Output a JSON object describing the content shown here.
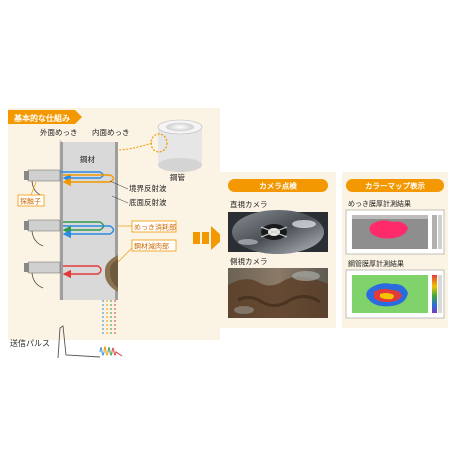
{
  "left_panel": {
    "header": "基本的な仕組み",
    "label_outer": "外面めっき",
    "label_inner": "内面めっき",
    "label_steel": "鋼材",
    "label_pipe": "鋼管",
    "label_boundary": "境界反射波",
    "label_bottom": "底面反射波",
    "label_probe": "探触子",
    "label_plating_loss": "めっき消耗部",
    "label_steel_loss": "鋼材減肉部",
    "label_pulse": "送信パルス"
  },
  "camera_panel": {
    "header": "カメラ点検",
    "label_front": "直視カメラ",
    "label_side": "側視カメラ"
  },
  "colormap_panel": {
    "header": "カラーマップ表示",
    "label_plating": "めっき膜厚計測結果",
    "label_steel": "鋼管膜厚計測結果"
  },
  "colors": {
    "panel_bg": "#fbf3e4",
    "orange": "#f39800",
    "blue": "#2b8be0",
    "green": "#2e9a4a",
    "red": "#e23a3a"
  }
}
